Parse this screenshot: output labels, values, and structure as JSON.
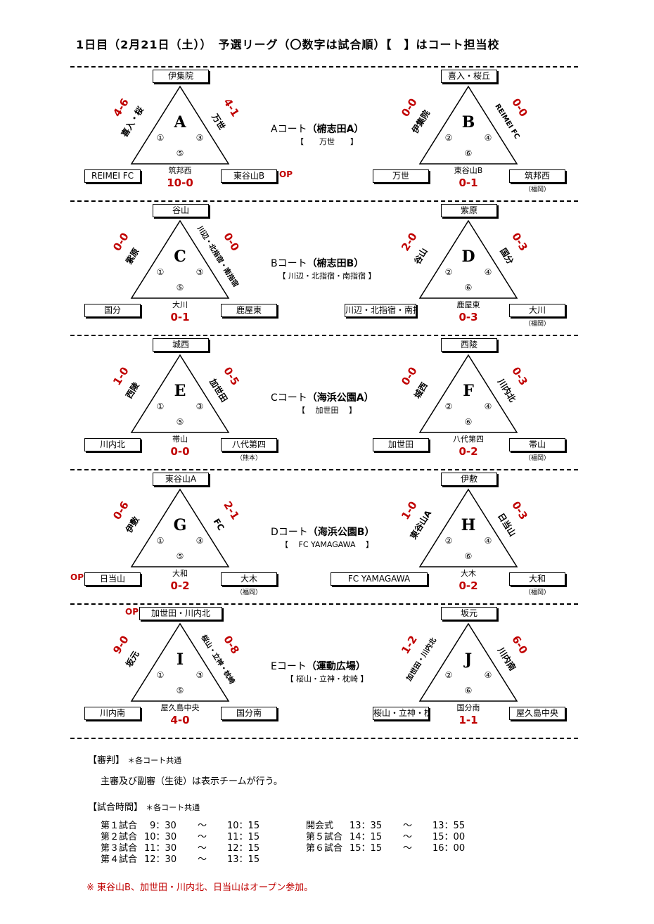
{
  "title": "1日目（2月21日（土））　予選リーグ（〇数字は試合順）【　】はコート担当校",
  "groups": [
    {
      "letter": "A",
      "top_team": "伊集院",
      "left_team": "REIMEI FC",
      "right_team": "東谷山B",
      "right_sub": "",
      "op_right": "OP",
      "op_left": "",
      "op_top": "",
      "left_side_name": "喜入・桜",
      "left_side_score": "4-6",
      "right_side_name": "万世",
      "right_side_score": "4-1",
      "bottom_name": "筑邦西",
      "bottom_score": "10-0",
      "n1": "①",
      "n2": "③",
      "n3": "⑤"
    },
    {
      "letter": "B",
      "top_team": "喜入・桜丘",
      "left_team": "万世",
      "right_team": "筑邦西",
      "right_sub": "（福岡）",
      "op_right": "",
      "op_left": "",
      "op_top": "",
      "left_side_name": "伊集院",
      "left_side_score": "0-0",
      "right_side_name": "REIMEI FC",
      "right_side_score": "0-0",
      "bottom_name": "東谷山B",
      "bottom_score": "0-1",
      "n1": "②",
      "n2": "④",
      "n3": "⑥"
    },
    {
      "letter": "C",
      "top_team": "谷山",
      "left_team": "国分",
      "right_team": "鹿屋東",
      "right_sub": "",
      "op_right": "",
      "op_left": "",
      "op_top": "",
      "left_side_name": "紫原",
      "left_side_score": "0-0",
      "right_side_name": "川辺・北指宿・南指宿",
      "right_side_score": "0-0",
      "bottom_name": "大川",
      "bottom_score": "0-1",
      "n1": "①",
      "n2": "③",
      "n3": "⑤"
    },
    {
      "letter": "D",
      "top_team": "紫原",
      "left_team": "川辺・北指宿・南指宿",
      "right_team": "大川",
      "right_sub": "（福岡）",
      "op_right": "",
      "op_left": "",
      "op_top": "",
      "left_side_name": "谷山",
      "left_side_score": "2-0",
      "right_side_name": "国分",
      "right_side_score": "0-3",
      "bottom_name": "鹿屋東",
      "bottom_score": "0-3",
      "n1": "②",
      "n2": "④",
      "n3": "⑥"
    },
    {
      "letter": "E",
      "top_team": "城西",
      "left_team": "川内北",
      "right_team": "八代第四",
      "right_sub": "（熊本）",
      "op_right": "",
      "op_left": "",
      "op_top": "",
      "left_side_name": "西陵",
      "left_side_score": "1-0",
      "right_side_name": "加世田",
      "right_side_score": "0-5",
      "bottom_name": "帯山",
      "bottom_score": "0-0",
      "n1": "①",
      "n2": "③",
      "n3": "⑤"
    },
    {
      "letter": "F",
      "top_team": "西陵",
      "left_team": "加世田",
      "right_team": "帯山",
      "right_sub": "（福岡）",
      "op_right": "",
      "op_left": "",
      "op_top": "",
      "left_side_name": "城西",
      "left_side_score": "0-0",
      "right_side_name": "川内北",
      "right_side_score": "0-3",
      "bottom_name": "八代第四",
      "bottom_score": "0-2",
      "n1": "②",
      "n2": "④",
      "n3": "⑥"
    },
    {
      "letter": "G",
      "top_team": "東谷山A",
      "left_team": "日当山",
      "right_team": "大木",
      "right_sub": "（福岡）",
      "op_right": "",
      "op_left": "OP",
      "op_top": "",
      "left_side_name": "伊敷",
      "left_side_score": "0-6",
      "right_side_name": "FC",
      "right_side_score": "2-1",
      "bottom_name": "大和",
      "bottom_score": "0-2",
      "n1": "①",
      "n2": "③",
      "n3": "⑤"
    },
    {
      "letter": "H",
      "top_team": "伊敷",
      "left_team": "FC YAMAGAWA",
      "right_team": "大和",
      "right_sub": "（福岡）",
      "op_right": "",
      "op_left": "",
      "op_top": "",
      "left_side_name": "東谷山A",
      "left_side_score": "1-0",
      "right_side_name": "日当山",
      "right_side_score": "0-3",
      "bottom_name": "大木",
      "bottom_score": "0-2",
      "n1": "②",
      "n2": "④",
      "n3": "⑥"
    },
    {
      "letter": "I",
      "top_team": "加世田・川内北",
      "left_team": "川内南",
      "right_team": "国分南",
      "right_sub": "",
      "op_right": "",
      "op_left": "",
      "op_top": "OP",
      "left_side_name": "坂元",
      "left_side_score": "9-0",
      "right_side_name": "桜山・立神・枕崎",
      "right_side_score": "0-8",
      "bottom_name": "屋久島中央",
      "bottom_score": "4-0",
      "n1": "①",
      "n2": "③",
      "n3": "⑤"
    },
    {
      "letter": "J",
      "top_team": "坂元",
      "left_team": "桜山・立神・枕崎",
      "right_team": "屋久島中央",
      "right_sub": "",
      "op_right": "",
      "op_left": "",
      "op_top": "",
      "left_side_name": "加世田・川内北",
      "left_side_score": "1-2",
      "right_side_name": "川内南",
      "right_side_score": "6-0",
      "bottom_name": "国分南",
      "bottom_score": "1-1",
      "n1": "②",
      "n2": "④",
      "n3": "⑥"
    }
  ],
  "courts": [
    {
      "name": "Aコート",
      "venue": "（椨志田A）",
      "duty": "【　　万世　　】"
    },
    {
      "name": "Bコート",
      "venue": "（椨志田B）",
      "duty": "【 川辺・北指宿・南指宿 】"
    },
    {
      "name": "Cコート",
      "venue": "（海浜公園A）",
      "duty": "【　 加世田　 】"
    },
    {
      "name": "Dコート",
      "venue": "（海浜公園B）",
      "duty": "【　 FC YAMAGAWA　 】"
    },
    {
      "name": "Eコート",
      "venue": "（運動広場）",
      "duty": "【 桜山・立神・枕崎 】"
    }
  ],
  "referee": {
    "heading": "【審判】",
    "note": "＊各コート共通",
    "text": "主審及び副審（生徒）は表示チームが行う。"
  },
  "times": {
    "heading": "【試合時間】",
    "note": "＊各コート共通",
    "left": [
      {
        "label": "第１試合",
        "start": "9：30",
        "sep": "～",
        "end": "10：15"
      },
      {
        "label": "第２試合",
        "start": "10：30",
        "sep": "～",
        "end": "11：15"
      },
      {
        "label": "第３試合",
        "start": "11：30",
        "sep": "～",
        "end": "12：15"
      },
      {
        "label": "第４試合",
        "start": "12：30",
        "sep": "～",
        "end": "13：15"
      }
    ],
    "right": [
      {
        "label": "開会式",
        "start": "13：35",
        "sep": "～",
        "end": "13：55"
      },
      {
        "label": "第５試合",
        "start": "14：15",
        "sep": "～",
        "end": "15：00"
      },
      {
        "label": "第６試合",
        "start": "15：15",
        "sep": "～",
        "end": "16：00"
      }
    ]
  },
  "footnote": "※ 東谷山B、加世田・川内北、日当山はオープン参加。"
}
